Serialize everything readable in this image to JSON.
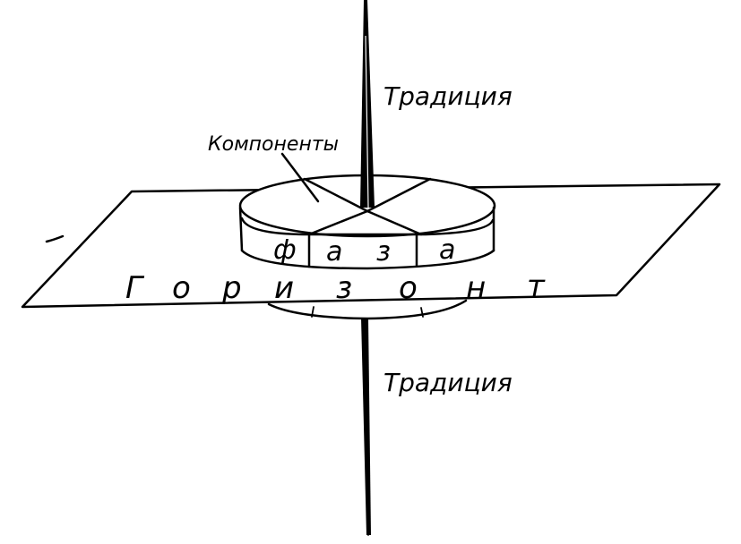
{
  "labels": {
    "tradition_top": "Традиция",
    "tradition_bottom": "Традиция",
    "components": "Компоненты",
    "phase_letters": [
      "ф",
      "а",
      "з",
      "а"
    ],
    "horizon_letters": [
      "Г",
      "о",
      "р",
      "и",
      "з",
      "о",
      "н",
      "т"
    ]
  }
}
